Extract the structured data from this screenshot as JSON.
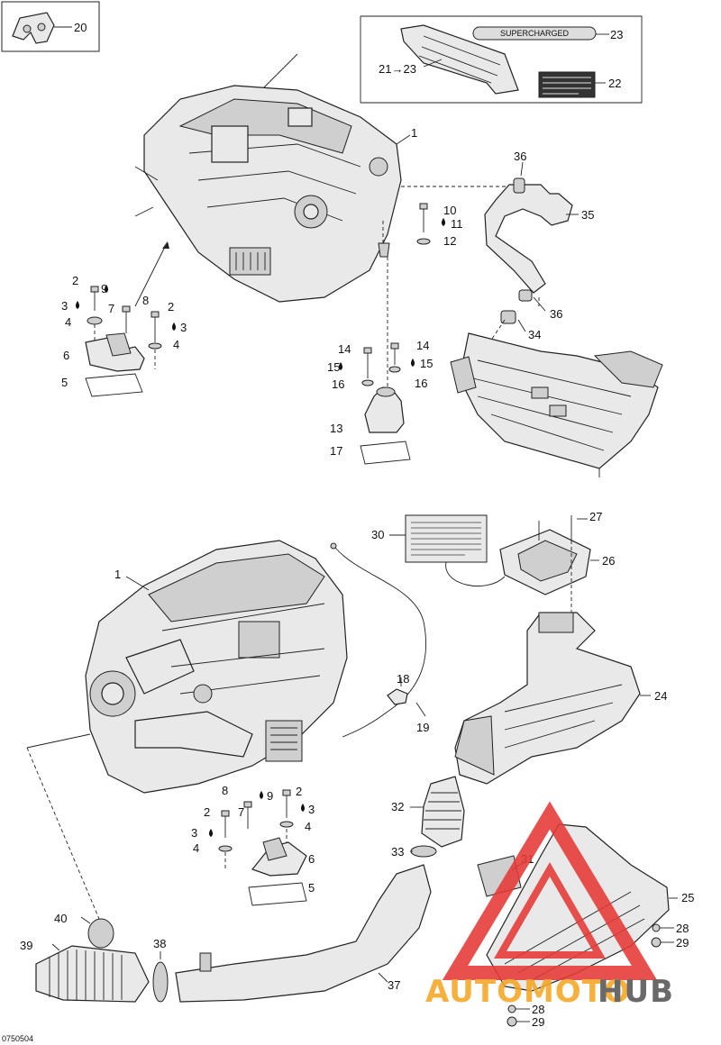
{
  "diagram": {
    "drawing_code": "0750504",
    "decal_text": "SUPERCHARGED",
    "labels": {
      "l20": "20",
      "l23": "23",
      "l21_23": "21→23",
      "l22": "22",
      "l1a": "1",
      "l36a": "36",
      "l10": "10",
      "l11": "11",
      "l35": "35",
      "l12": "12",
      "l2a": "2",
      "l9a": "9",
      "l8a": "8",
      "l3a": "3",
      "l7a": "7",
      "l2b": "2",
      "l4a": "4",
      "l3b": "3",
      "l4b": "4",
      "l6a": "6",
      "l5a": "5",
      "l36b": "36",
      "l34": "34",
      "l14a": "14",
      "l14b": "14",
      "l15a": "15",
      "l15b": "15",
      "l16a": "16",
      "l16b": "16",
      "l13": "13",
      "l17": "17",
      "l27": "27",
      "l30": "30",
      "l26": "26",
      "l1b": "1",
      "l18": "18",
      "l24": "24",
      "l19": "19",
      "l8b": "8",
      "l9b": "9",
      "l2c": "2",
      "l2d": "2",
      "l7b": "7",
      "l3c": "3",
      "l3d": "3",
      "l4c": "4",
      "l4d": "4",
      "l6b": "6",
      "l5b": "5",
      "l32": "32",
      "l33": "33",
      "l31": "31",
      "l25": "25",
      "l40": "40",
      "l39": "39",
      "l38": "38",
      "l37": "37",
      "l28a": "28",
      "l29a": "29",
      "l28b": "28",
      "l29b": "29"
    }
  },
  "watermark": {
    "text_part1": "AUTOMOTO",
    "text_part2": "HUB",
    "color_red": "#e53935",
    "color_orange": "#f5a623",
    "color_dark": "#555555"
  }
}
